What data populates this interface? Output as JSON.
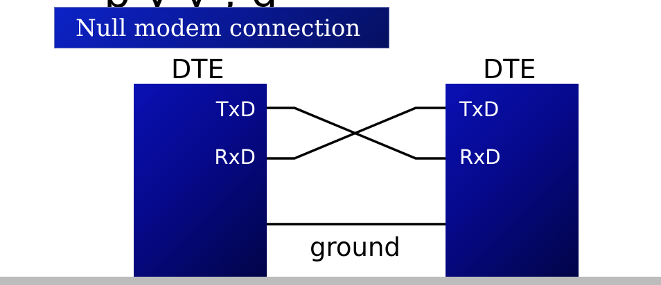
{
  "slide_title_partial": "p y  y  ,  g",
  "banner": {
    "text": "Null modem connection"
  },
  "left_dte": {
    "label": "DTE",
    "pins": {
      "tx": "TxD",
      "rx": "RxD"
    }
  },
  "right_dte": {
    "label": "DTE",
    "pins": {
      "tx": "TxD",
      "rx": "RxD"
    }
  },
  "ground": {
    "label": "ground"
  },
  "colors": {
    "box_fill_light": "#0a10b4",
    "box_fill_dark": "#020448",
    "banner_fill": "#0d22c7",
    "wire": "#000000",
    "footer_bar": "#bcbcbc"
  }
}
